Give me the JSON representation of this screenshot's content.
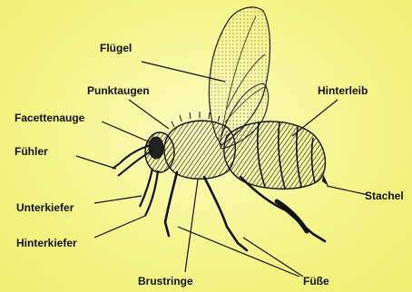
{
  "labels": {
    "fluegel": "Flügel",
    "punktaugen": "Punktaugen",
    "hinterleib": "Hinterleib",
    "facettenauge": "Facettenauge",
    "fuehler": "Fühler",
    "stachel": "Stachel",
    "unterkiefer": "Unterkiefer",
    "hinterkiefer": "Hinterkiefer",
    "brustringe": "Brustringe",
    "fuesse": "Füße"
  },
  "colors": {
    "background": "#f4f48a",
    "ink": "#111111"
  }
}
